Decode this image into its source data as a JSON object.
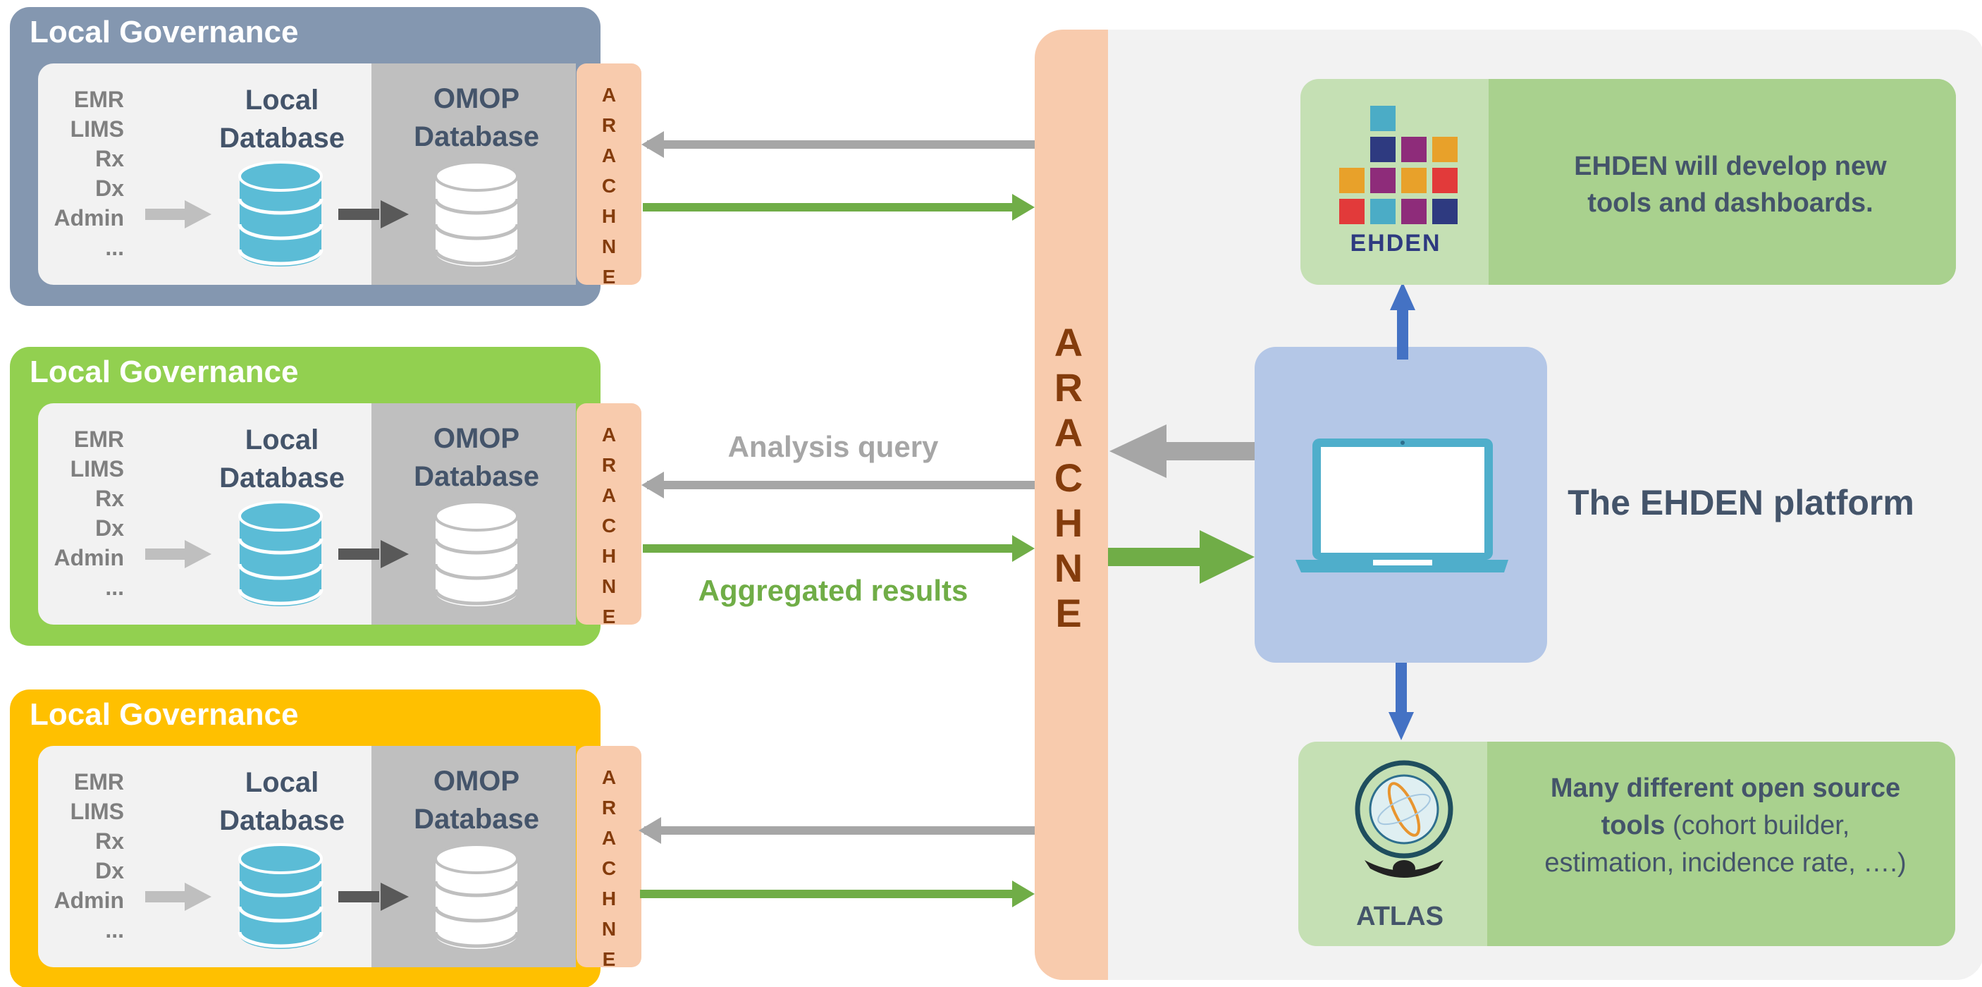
{
  "nodes": {
    "nodes": [
      {
        "title": "Local Governance",
        "sources": [
          "EMR",
          "LIMS",
          "Rx",
          "Dx",
          "Admin",
          "..."
        ],
        "local_db": [
          "Local",
          "Database"
        ],
        "omop_db": [
          "OMOP",
          "Database"
        ],
        "arachne": [
          "A",
          "R",
          "A",
          "C",
          "H",
          "N",
          "E"
        ],
        "color": "#8497B0"
      },
      {
        "title": "Local Governance",
        "sources": [
          "EMR",
          "LIMS",
          "Rx",
          "Dx",
          "Admin",
          "..."
        ],
        "local_db": [
          "Local",
          "Database"
        ],
        "omop_db": [
          "OMOP",
          "Database"
        ],
        "arachne": [
          "A",
          "R",
          "A",
          "C",
          "H",
          "N",
          "E"
        ],
        "color": "#92D050"
      },
      {
        "title": "Local Governance",
        "sources": [
          "EMR",
          "LIMS",
          "Rx",
          "Dx",
          "Admin",
          "..."
        ],
        "local_db": [
          "Local",
          "Database"
        ],
        "omop_db": [
          "OMOP",
          "Database"
        ],
        "arachne": [
          "A",
          "R",
          "A",
          "C",
          "H",
          "N",
          "E"
        ],
        "color": "#FFC000"
      }
    ]
  },
  "central": {
    "arachne_letters": [
      "A",
      "R",
      "A",
      "C",
      "H",
      "N",
      "E"
    ],
    "analysis_query": "Analysis query",
    "aggregated_results": "Aggregated results"
  },
  "platform": {
    "label": "The EHDEN platform"
  },
  "ehden": {
    "logo_text": "EHDEN",
    "description": [
      "EHDEN will develop new",
      "tools and dashboards."
    ]
  },
  "atlas": {
    "logo_text": "ATLAS",
    "description_bold": [
      "Many different open source",
      "tools"
    ],
    "description_rest": [
      " (cohort builder,",
      "estimation, incidence rate, ….)"
    ]
  },
  "colors": {
    "arachne_band": "#F8CBAD",
    "arachne_text": "#843C0C",
    "platform_bg": "#F2F2F2",
    "laptop_panel": "#B4C7E7",
    "mint": "#C5E0B4",
    "green_panel": "#A9D18E",
    "query_arrow": "#A6A6A6",
    "result_arrow": "#70AD47",
    "blue_arrow": "#4472C4",
    "db_blue": "#5BBCD6",
    "dark_text": "#44546A"
  }
}
